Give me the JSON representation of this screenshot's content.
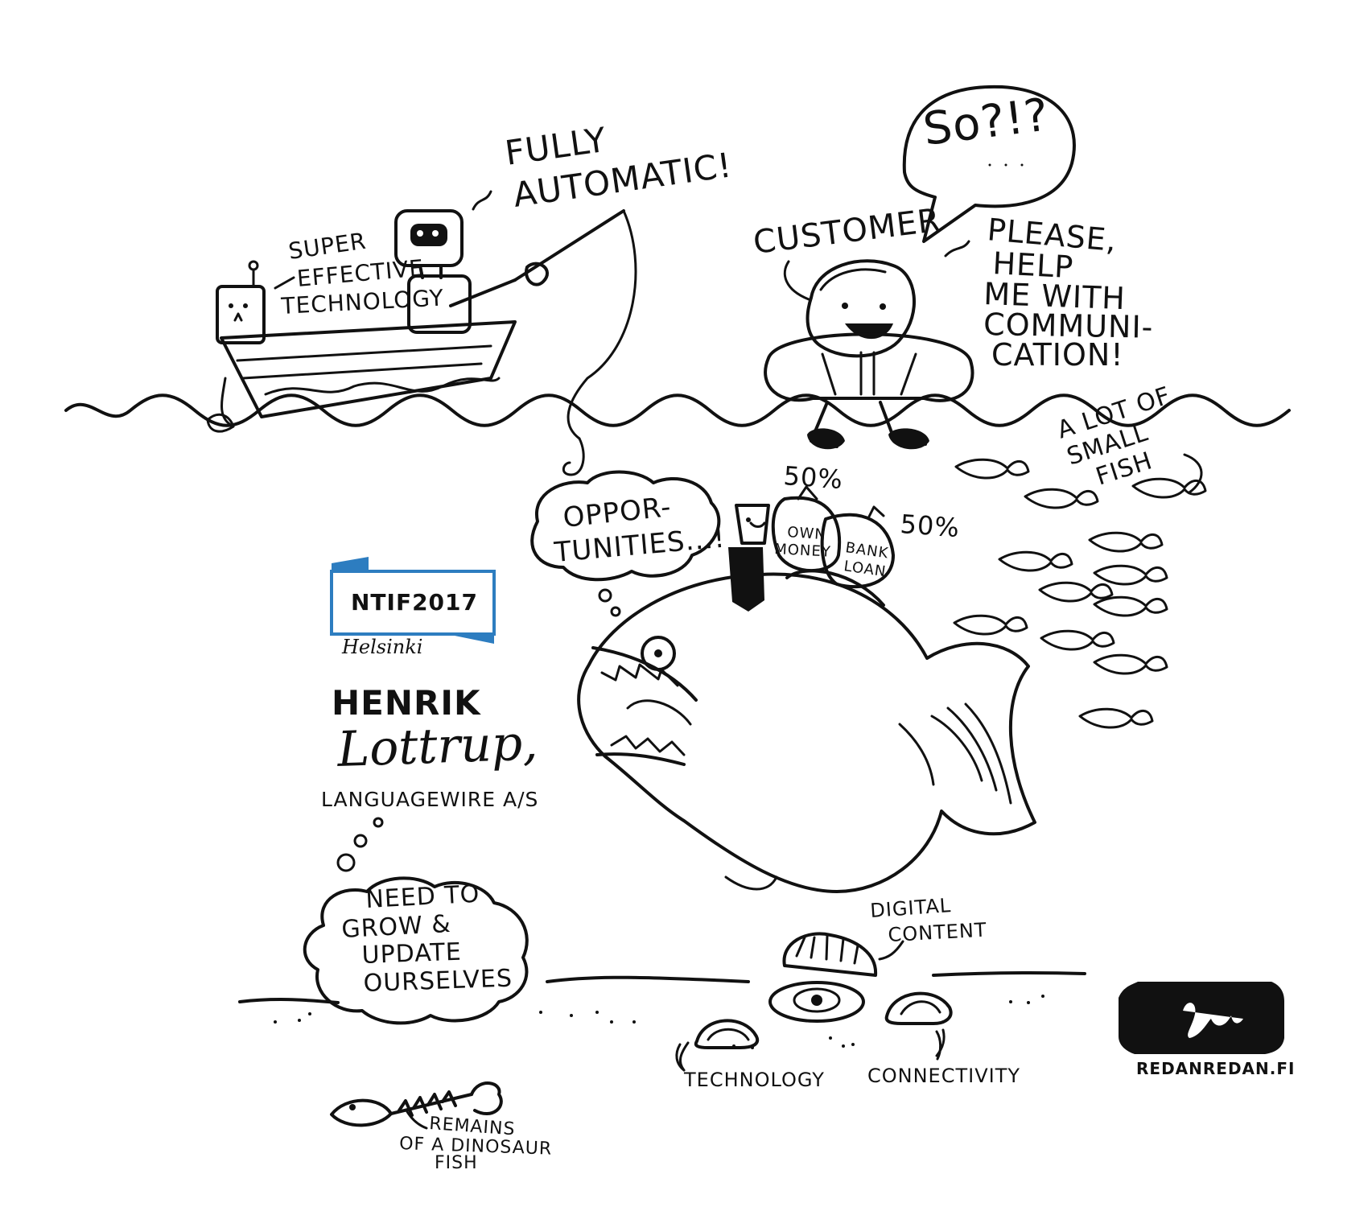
{
  "illustration": {
    "event_banner": {
      "title": "NTIF2017",
      "city": "Helsinki"
    },
    "speaker": {
      "first_name": "HENRIK",
      "last_name": "Lottrup,",
      "company": "LANGUAGEWIRE A/S"
    },
    "top_scene": {
      "robot_text_line1": "FULLY",
      "robot_text_line2": "AUTOMATIC!",
      "tech_label_line1": "SUPER",
      "tech_label_line2": "EFFECTIVE",
      "tech_label_line3": "TECHNOLOGY",
      "customer_label": "CUSTOMER",
      "speech_bubble": "So?!?",
      "request_line1": "PLEASE,",
      "request_line2": "HELP",
      "request_line3": "ME WITH",
      "request_line4": "COMMUNI-",
      "request_line5": "CATION!"
    },
    "middle_scene": {
      "opportunities_line1": "OPPOR-",
      "opportunities_line2": "TUNITIES...!",
      "left_percent": "50%",
      "right_percent": "50%",
      "own_money_line1": "OWN",
      "own_money_line2": "MONEY",
      "bank_loan_line1": "BANK",
      "bank_loan_line2": "LOAN",
      "small_fish_line1": "A LOT OF",
      "small_fish_line2": "SMALL",
      "small_fish_line3": "FISH"
    },
    "bottom_scene": {
      "grow_line1": "NEED TO",
      "grow_line2": "GROW &",
      "grow_line3": "UPDATE",
      "grow_line4": "OURSELVES",
      "digital_line1": "DIGITAL",
      "digital_line2": "CONTENT",
      "technology_label": "TECHNOLOGY",
      "connectivity_label": "CONNECTIVITY",
      "remains_line1": "REMAINS",
      "remains_line2": "OF A DINOSAUR",
      "remains_line3": "FISH",
      "site_label": "REDANREDAN.FI"
    }
  }
}
